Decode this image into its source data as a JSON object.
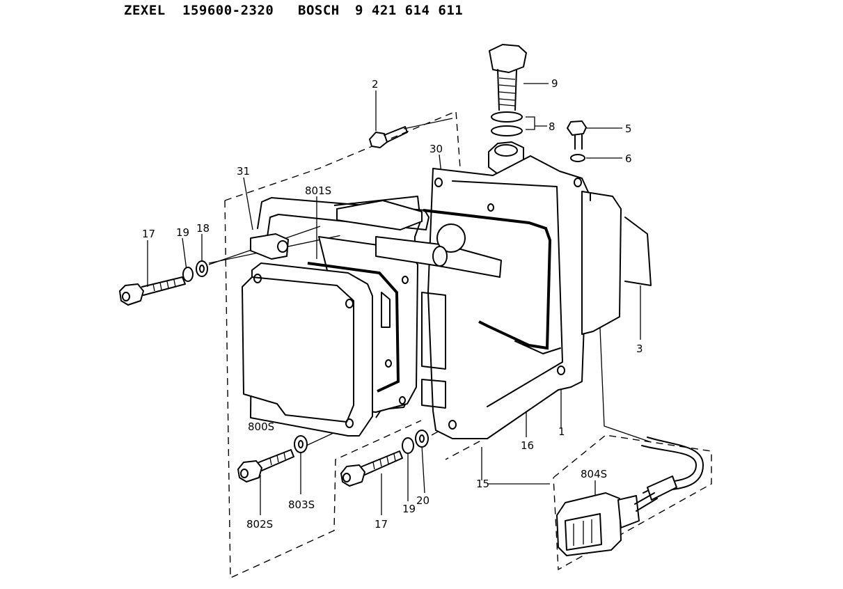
{
  "header": {
    "maker": "ZEXEL",
    "maker_number": "159600-2320",
    "oem": "BOSCH",
    "oem_number": "9 421 614 611"
  },
  "callouts": {
    "c1": "1",
    "c2": "2",
    "c3": "3",
    "c5": "5",
    "c6": "6",
    "c8": "8",
    "c9": "9",
    "c15": "15",
    "c16": "16",
    "c17a": "17",
    "c17b": "17",
    "c18": "18",
    "c19a": "19",
    "c19b": "19",
    "c20": "20",
    "c30": "30",
    "c31": "31",
    "c800s": "800S",
    "c801s": "801S",
    "c802s": "802S",
    "c803s": "803S",
    "c804s": "804S"
  }
}
